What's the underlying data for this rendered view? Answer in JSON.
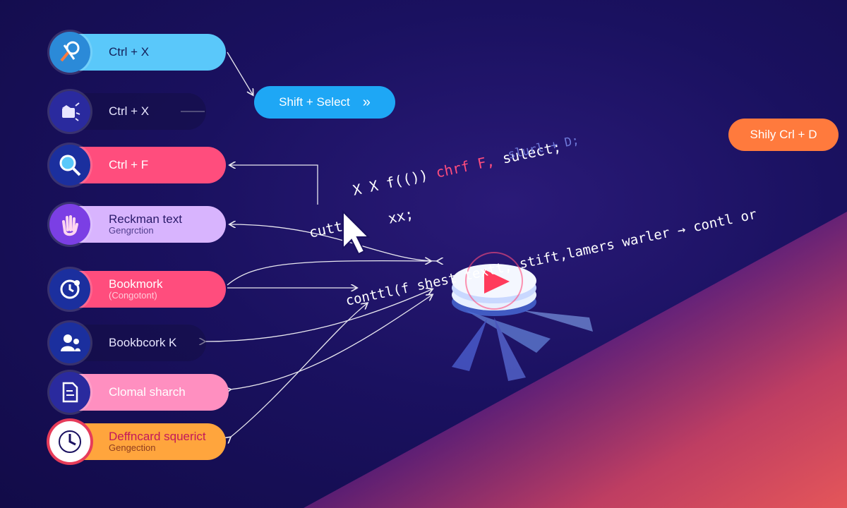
{
  "shortcuts": [
    {
      "label": "Ctrl + X",
      "sub": "",
      "icon": "scissors-magnifier-icon"
    },
    {
      "label": "Ctrl + X",
      "sub": "",
      "icon": "folder-cut-icon"
    },
    {
      "label": "Ctrl + F",
      "sub": "",
      "icon": "magnifier-icon"
    },
    {
      "label": "Reckman text",
      "sub": "Gengrction",
      "icon": "hand-icon"
    },
    {
      "label": "Bookmork",
      "sub": "(Congotont)",
      "icon": "bookmark-clock-icon"
    },
    {
      "label": "Bookbcork K",
      "sub": "",
      "icon": "users-icon"
    },
    {
      "label": "Clomal sharch",
      "sub": "",
      "icon": "document-icon"
    },
    {
      "label": "Deffncard squerict",
      "sub": "Gengection",
      "icon": "clock-icon"
    }
  ],
  "buttons": {
    "shift_select": "Shift + Select",
    "shift_select_arrow": "»",
    "shily_ctrl_d": "Shily Crl + D"
  },
  "code": {
    "line1": "cutt",
    "line2": "X X f(()) ",
    "line2_red": "chrf F,",
    "line2_end": " sulect;",
    "line3": "xx;",
    "line4": "conttl(f shest textt, stift,lamers warler → contl or",
    "faint": "slurl + D;"
  },
  "colors": {
    "cyan": "#5ac8fa",
    "pink": "#ff4d7d",
    "lavender": "#d8b4fe",
    "orange": "#ff7a3d",
    "blue_button": "#1ea7f5"
  }
}
